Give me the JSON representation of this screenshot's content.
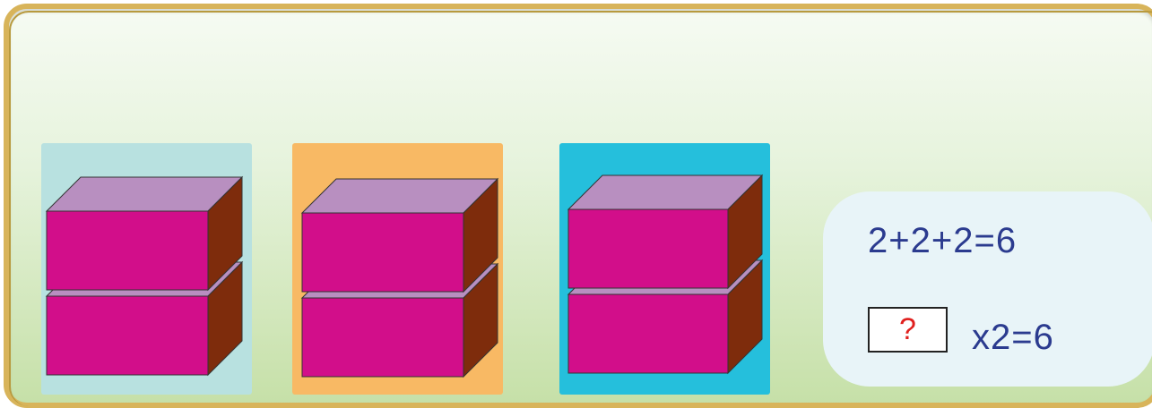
{
  "colors": {
    "frame_border": "#d8b45a",
    "card_colors": [
      "#b8e1e0",
      "#f8b964",
      "#25bfdc"
    ],
    "block_front": "#d20e8a",
    "block_top": "#b88fc0",
    "block_side": "#7e2c0c",
    "equation_text": "#2b3b8f",
    "answer_text": "#e0201e"
  },
  "groups": [
    {
      "blocks": 2
    },
    {
      "blocks": 2
    },
    {
      "blocks": 2
    }
  ],
  "equations": {
    "addition": "2+2+2=6",
    "answer_placeholder": "?",
    "multiplication_rest": "x2=6"
  }
}
